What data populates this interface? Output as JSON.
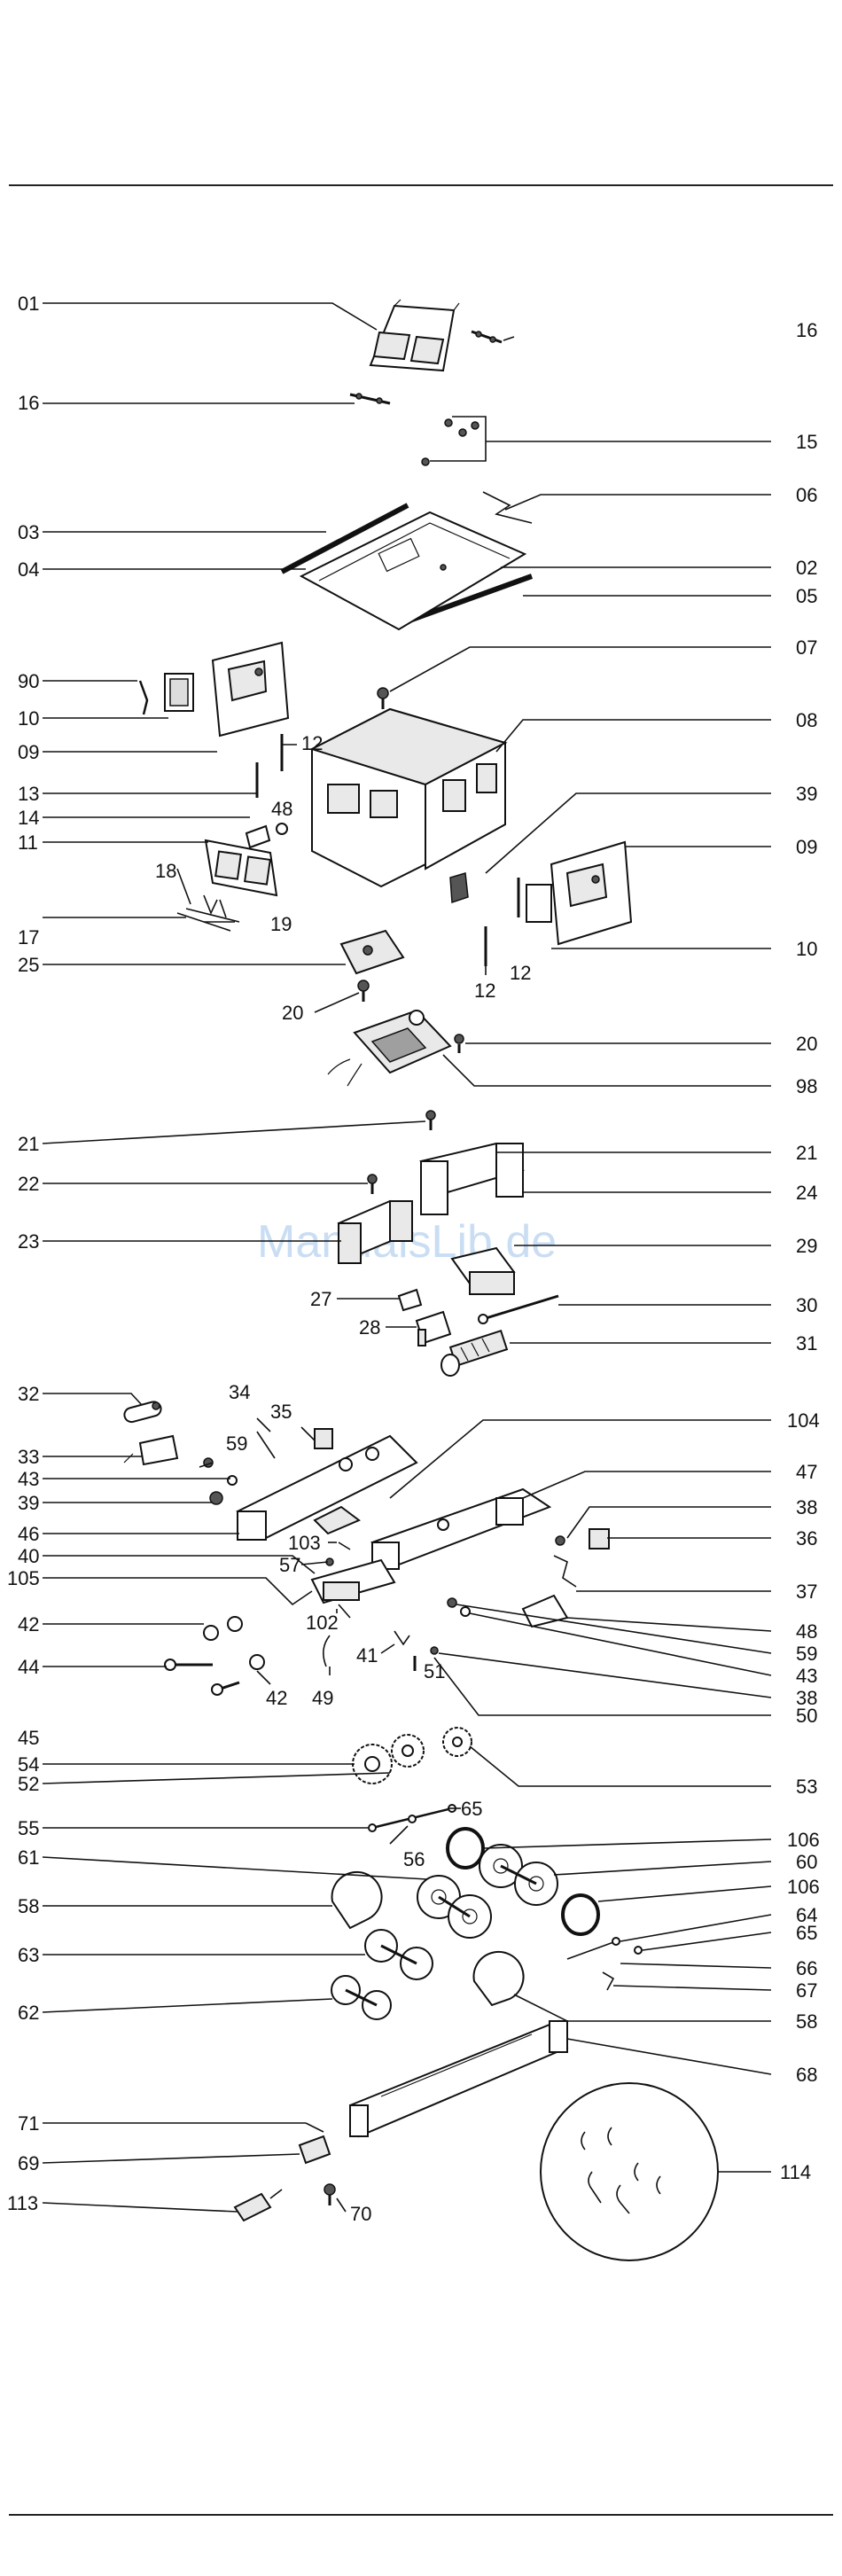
{
  "watermark": "ManualsLib.de",
  "labels": [
    "01",
    "16",
    "16",
    "15",
    "06",
    "03",
    "02",
    "04",
    "05",
    "07",
    "90",
    "10",
    "09",
    "08",
    "12",
    "13",
    "48",
    "39",
    "14",
    "11",
    "09",
    "18",
    "19",
    "17",
    "10",
    "12",
    "12",
    "25",
    "20",
    "20",
    "98",
    "21",
    "21",
    "22",
    "24",
    "23",
    "29",
    "27",
    "30",
    "28",
    "31",
    "32",
    "35",
    "34",
    "104",
    "33",
    "59",
    "43",
    "39",
    "47",
    "46",
    "38",
    "40",
    "103",
    "36",
    "57",
    "105",
    "37",
    "42",
    "102",
    "48",
    "41",
    "59",
    "43",
    "51",
    "44",
    "42",
    "49",
    "38",
    "50",
    "45",
    "54",
    "53",
    "52",
    "55",
    "65",
    "106",
    "56",
    "61",
    "60",
    "106",
    "58",
    "64",
    "65",
    "66",
    "63",
    "67",
    "62",
    "58",
    "68",
    "71",
    "69",
    "114",
    "113",
    "70"
  ]
}
